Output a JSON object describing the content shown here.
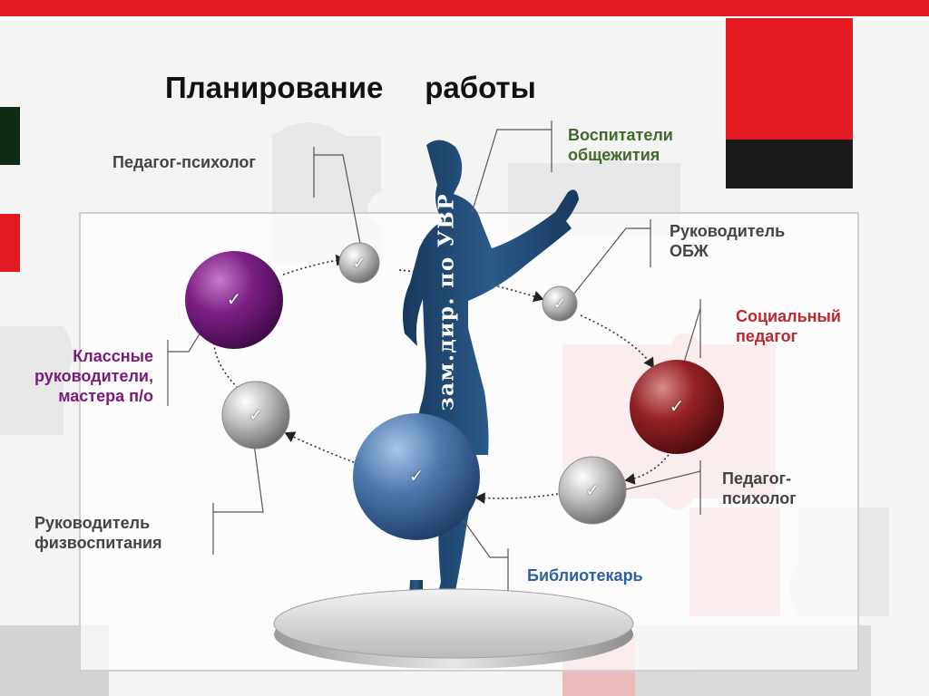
{
  "title": "Планирование     работы",
  "figure_caption": "зам.дир. по УВР",
  "check_mark": "✓",
  "colors": {
    "accent_red": "#e21a22",
    "figure_blue": "#1f4a73",
    "label_purple": "#7a1a7a",
    "label_green": "#3f6b2a",
    "label_red": "#c0272d",
    "label_blue": "#2f5f9e",
    "label_grey": "#444444"
  },
  "labels": {
    "psychologist_top": "Педагог-психолог",
    "dorm_educators": "Воспитатели\nобщежития",
    "obzh_head": "Руководитель\nОБЖ",
    "social_pedagogue": "Социальный\nпедагог",
    "psychologist_right": "Педагог-\nпсихолог",
    "librarian": "Библиотекарь",
    "pe_head": "Руководитель\nфизвоспитания",
    "class_teachers": "Классные\nруководители,\nмастера п/о"
  }
}
